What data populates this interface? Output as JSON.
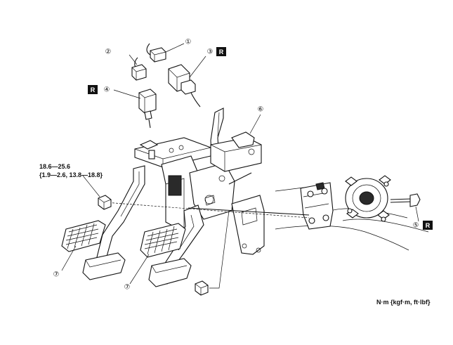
{
  "callouts": [
    {
      "id": "1",
      "label": "①"
    },
    {
      "id": "2",
      "label": "②"
    },
    {
      "id": "3",
      "label": "③",
      "mark": "R"
    },
    {
      "id": "4",
      "label": "④",
      "mark": "R"
    },
    {
      "id": "5",
      "label": "⑤",
      "mark": "R"
    },
    {
      "id": "6",
      "label": "⑥"
    },
    {
      "id": "7a",
      "label": "⑦"
    },
    {
      "id": "7b",
      "label": "⑦"
    }
  ],
  "replace_mark": "R",
  "torque_spec": {
    "line1": "18.6—25.6",
    "line2": "{1.9—2.6, 13.8—18.8}"
  },
  "unit_note": "N·m {kgf·m, ft·lbf}"
}
